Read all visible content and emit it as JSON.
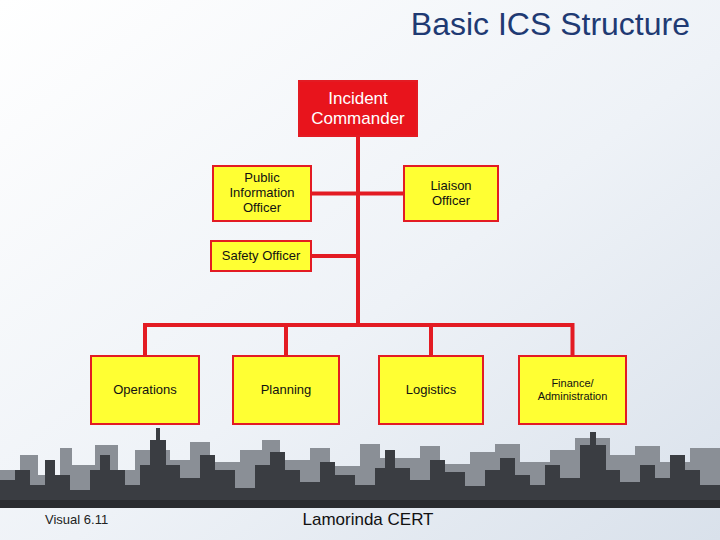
{
  "diagram": {
    "title": "Basic ICS Structure",
    "nodes": [
      {
        "text": [
          "Incident Commander"
        ]
      },
      {
        "text": [
          "Public Information Officer"
        ]
      },
      {
        "text": [
          "Liaison Officer"
        ]
      },
      {
        "text": [
          "Safety Officer"
        ]
      },
      {
        "text": [
          "Operations"
        ]
      },
      {
        "text": [
          "Planning"
        ]
      },
      {
        "text": [
          "Logistics"
        ]
      },
      {
        "text": [
          "Finance/ Administration"
        ]
      }
    ],
    "edges": [
      {
        "from": 0,
        "to": 1,
        "arrow": "none"
      },
      {
        "from": 0,
        "to": 2,
        "arrow": "none"
      },
      {
        "from": 0,
        "to": 3,
        "arrow": "none"
      },
      {
        "from": 0,
        "to": 4,
        "arrow": "none"
      },
      {
        "from": 0,
        "to": 5,
        "arrow": "none"
      },
      {
        "from": 0,
        "to": 6,
        "arrow": "none"
      },
      {
        "from": 0,
        "to": 7,
        "arrow": "none"
      }
    ],
    "labels": [
      "Visual 6.11",
      "Lamorinda CERT"
    ]
  }
}
